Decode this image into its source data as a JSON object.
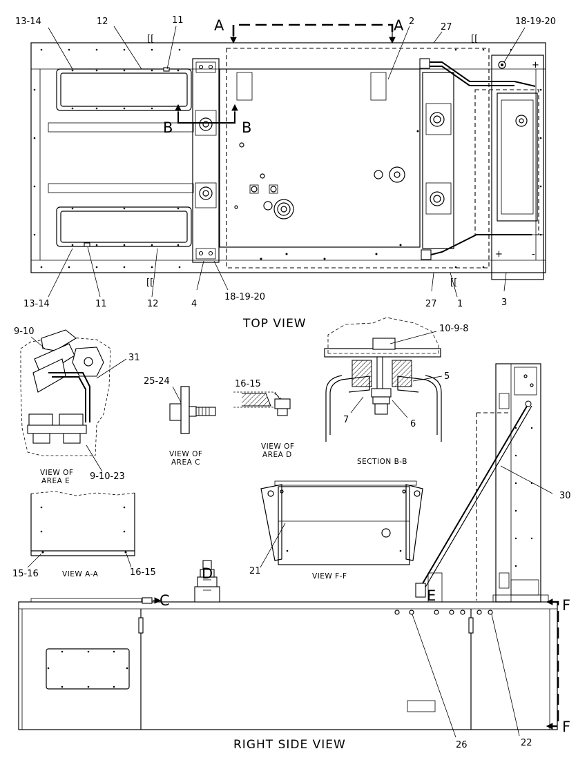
{
  "views": {
    "top_view": "TOP VIEW",
    "right_side_view": "RIGHT SIDE VIEW",
    "section_bb": "SECTION B-B",
    "view_aa": "VIEW A-A",
    "view_ff": "VIEW F-F",
    "view_area_c": [
      "VIEW OF",
      "AREA C"
    ],
    "view_area_d": [
      "VIEW OF",
      "AREA D"
    ],
    "view_area_e": [
      "VIEW OF",
      "AREA E"
    ]
  },
  "section_markers": {
    "a_left": "A",
    "a_right": "A",
    "b_left": "B",
    "b_right": "B",
    "c": "C",
    "d": "D",
    "e": "E",
    "f_top": "F",
    "f_bottom": "F"
  },
  "callouts": {
    "tv_13_14_top": "13-14",
    "tv_12_top": "12",
    "tv_11_top": "11",
    "tv_2": "2",
    "tv_27_top": "27",
    "tv_18_19_20_top": "18-19-20",
    "tv_13_14_bottom": "13-14",
    "tv_11_bottom": "11",
    "tv_12_bottom": "12",
    "tv_4": "4",
    "tv_18_19_20_bottom": "18-19-20",
    "tv_27_bottom": "27",
    "tv_1": "1",
    "tv_3": "3",
    "e_9_10": "9-10",
    "e_31": "31",
    "e_9_10_23": "9-10-23",
    "c_25_24": "25-24",
    "d_16_15": "16-15",
    "bb_10_9_8": "10-9-8",
    "bb_5": "5",
    "bb_7": "7",
    "bb_6": "6",
    "aa_15_16": "15-16",
    "aa_16_15": "16-15",
    "ff_21": "21",
    "sv_30": "30",
    "sv_26": "26",
    "sv_22": "22"
  },
  "terminal_signs": {
    "plus_top": "+",
    "plus_bottom": "+",
    "minus_bottom": "-"
  }
}
